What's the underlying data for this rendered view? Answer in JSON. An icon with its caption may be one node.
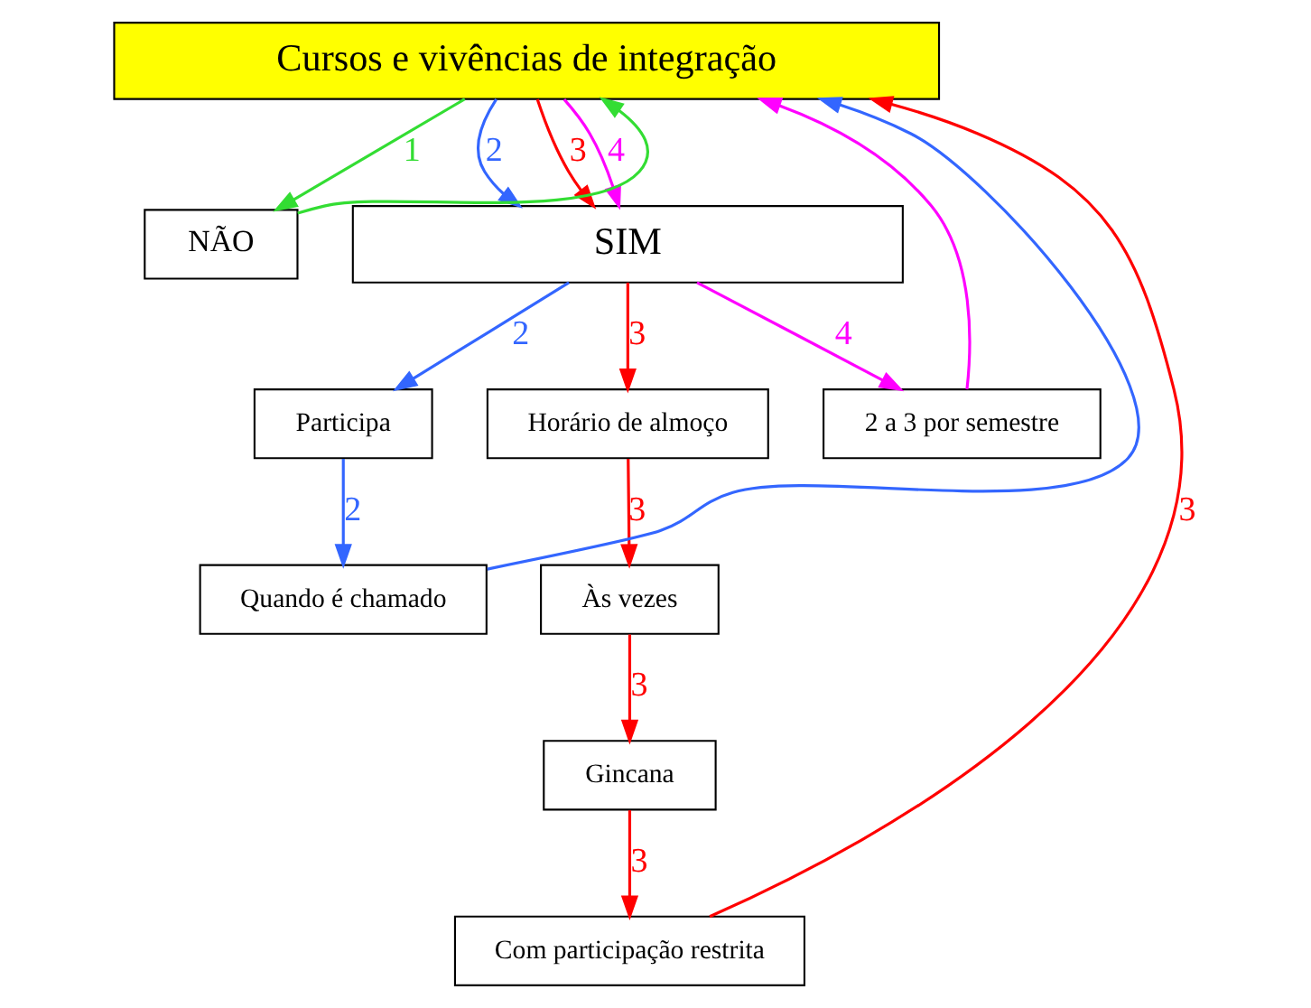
{
  "diagram": {
    "nodes": [
      {
        "text": [
          "Cursos e vivências de integração"
        ]
      },
      {
        "text": [
          "NÃO"
        ]
      },
      {
        "text": [
          "SIM"
        ]
      },
      {
        "text": [
          "Participa"
        ]
      },
      {
        "text": [
          "Horário de almoço"
        ]
      },
      {
        "text": [
          "2 a 3 por semestre"
        ]
      },
      {
        "text": [
          "Quando é chamado"
        ]
      },
      {
        "text": [
          "Às vezes"
        ]
      },
      {
        "text": [
          "Gincana"
        ]
      },
      {
        "text": [
          "Com participação restrita"
        ]
      }
    ],
    "edges": [
      {
        "from": 0,
        "to": 1,
        "arrow": "to",
        "label": "1",
        "color": "#33dd33"
      },
      {
        "from": 1,
        "to": 0,
        "arrow": "to",
        "color": "#33dd33"
      },
      {
        "from": 0,
        "to": 2,
        "arrow": "to",
        "label": "2",
        "color": "#3366ff"
      },
      {
        "from": 0,
        "to": 2,
        "arrow": "to",
        "label": "3",
        "color": "#ff0000"
      },
      {
        "from": 0,
        "to": 2,
        "arrow": "to",
        "label": "4",
        "color": "#ff00ff"
      },
      {
        "from": 2,
        "to": 3,
        "arrow": "to",
        "label": "2",
        "color": "#3366ff"
      },
      {
        "from": 3,
        "to": 6,
        "arrow": "to",
        "label": "2",
        "color": "#3366ff"
      },
      {
        "from": 6,
        "to": 0,
        "arrow": "to",
        "color": "#3366ff"
      },
      {
        "from": 2,
        "to": 4,
        "arrow": "to",
        "label": "3",
        "color": "#ff0000"
      },
      {
        "from": 4,
        "to": 7,
        "arrow": "to",
        "label": "3",
        "color": "#ff0000"
      },
      {
        "from": 7,
        "to": 8,
        "arrow": "to",
        "label": "3",
        "color": "#ff0000"
      },
      {
        "from": 8,
        "to": 9,
        "arrow": "to",
        "label": "3",
        "color": "#ff0000"
      },
      {
        "from": 9,
        "to": 0,
        "arrow": "to",
        "label": "3",
        "color": "#ff0000"
      },
      {
        "from": 2,
        "to": 5,
        "arrow": "to",
        "label": "4",
        "color": "#ff00ff"
      },
      {
        "from": 5,
        "to": 0,
        "arrow": "to",
        "color": "#ff00ff"
      }
    ]
  }
}
